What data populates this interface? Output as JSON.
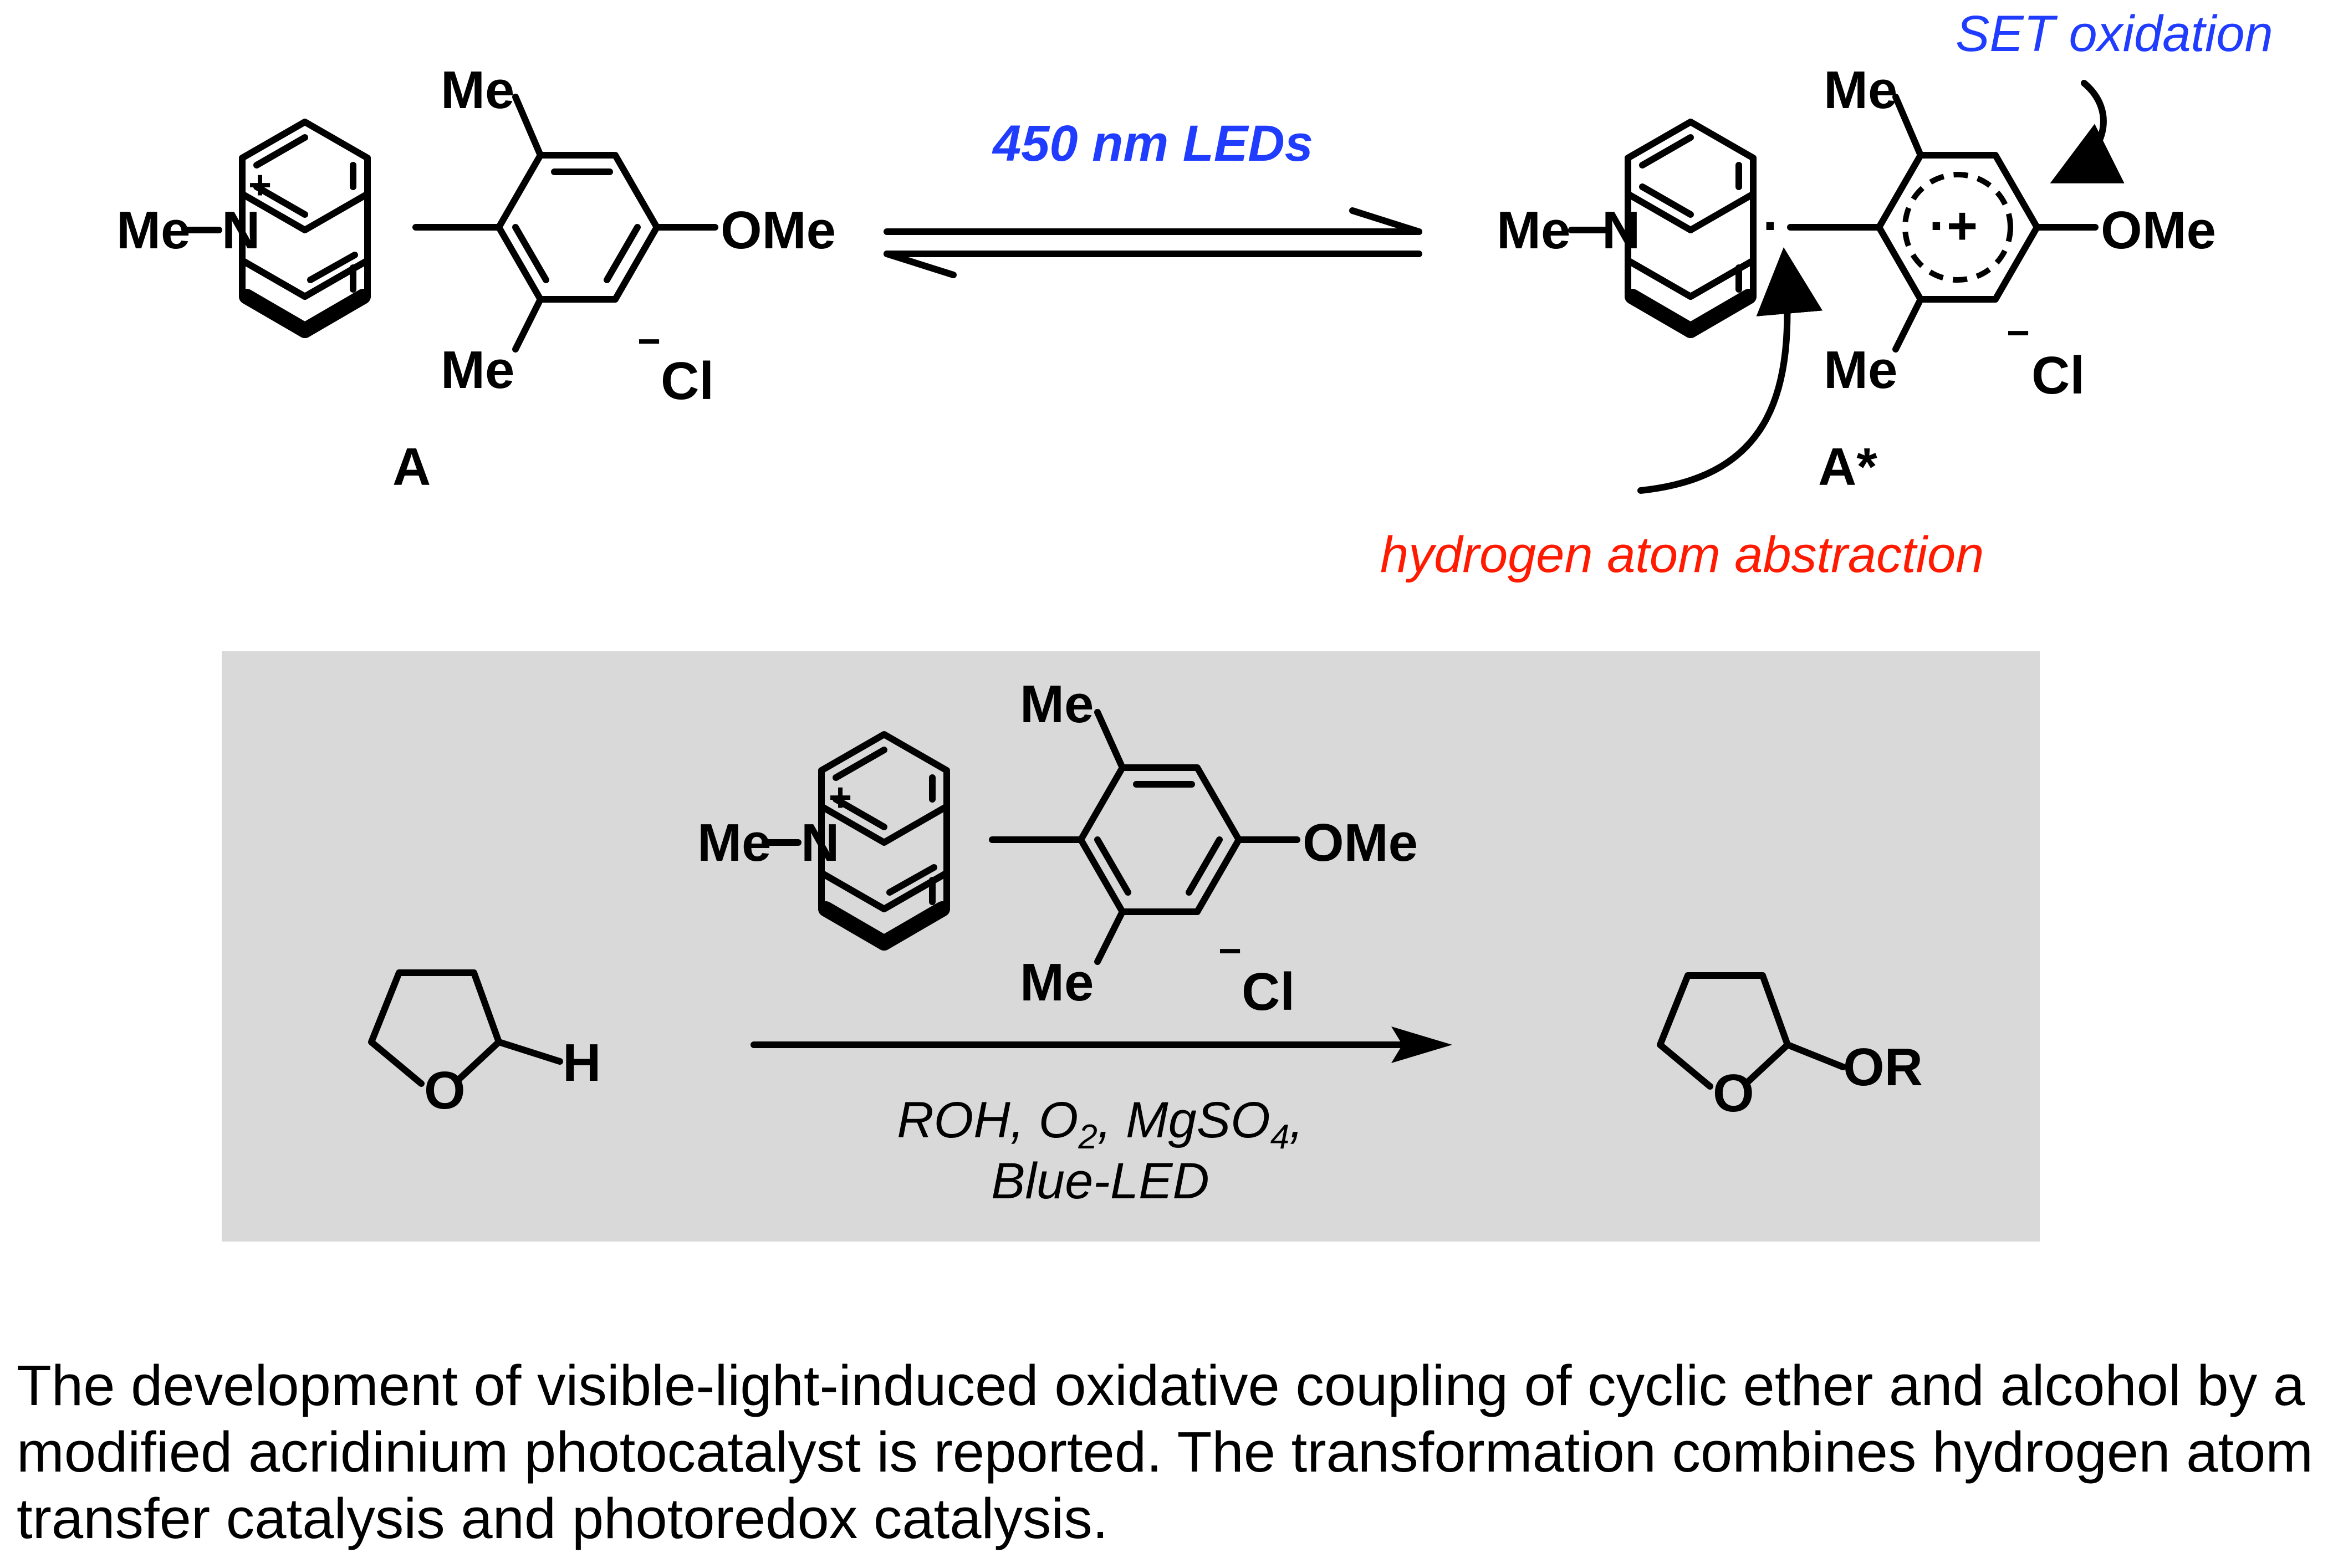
{
  "top_scheme": {
    "compound_a": {
      "label": "A",
      "n_substituent": "Me",
      "n_atom": "N",
      "n_charge": "+",
      "ortho_top": "Me",
      "ortho_bottom": "Me",
      "para_group": "OMe",
      "counterion_charge": "−",
      "counterion": "Cl"
    },
    "equilibrium_condition": "450 nm LEDs",
    "compound_a_star": {
      "label": "A*",
      "n_substituent": "Me",
      "n_atom": "N",
      "radical_dot": "·",
      "radical_cation": "·+",
      "ortho_top": "Me",
      "ortho_bottom": "Me",
      "para_group": "OMe",
      "counterion_charge": "−",
      "counterion": "Cl"
    },
    "annotation_set": "SET oxidation",
    "annotation_hat": "hydrogen atom abstraction",
    "colors": {
      "set_annotation": "#1f3cff",
      "hat_annotation": "#ff1a00",
      "condition": "#1f3cff"
    }
  },
  "reaction_box": {
    "background": "#d9d9d9",
    "substrate": {
      "oxygen": "O",
      "hydrogen": "H"
    },
    "catalyst": {
      "n_substituent": "Me",
      "n_atom": "N",
      "n_charge": "+",
      "ortho_top": "Me",
      "ortho_bottom": "Me",
      "para_group": "OMe",
      "counterion_charge": "−",
      "counterion": "Cl"
    },
    "conditions_line1": {
      "part1": "ROH, O",
      "sub1": "2",
      "part2": ", MgSO",
      "sub2": "4",
      "part3": ","
    },
    "conditions_line2": "Blue-LED",
    "product": {
      "oxygen": "O",
      "substituent": "OR"
    }
  },
  "summary_text": "The development of visible-light-induced oxidative coupling of cyclic ether and alcohol by a modified acridinium photocatalyst is reported. The transformation combines hydrogen atom transfer catalysis and photoredox catalysis."
}
